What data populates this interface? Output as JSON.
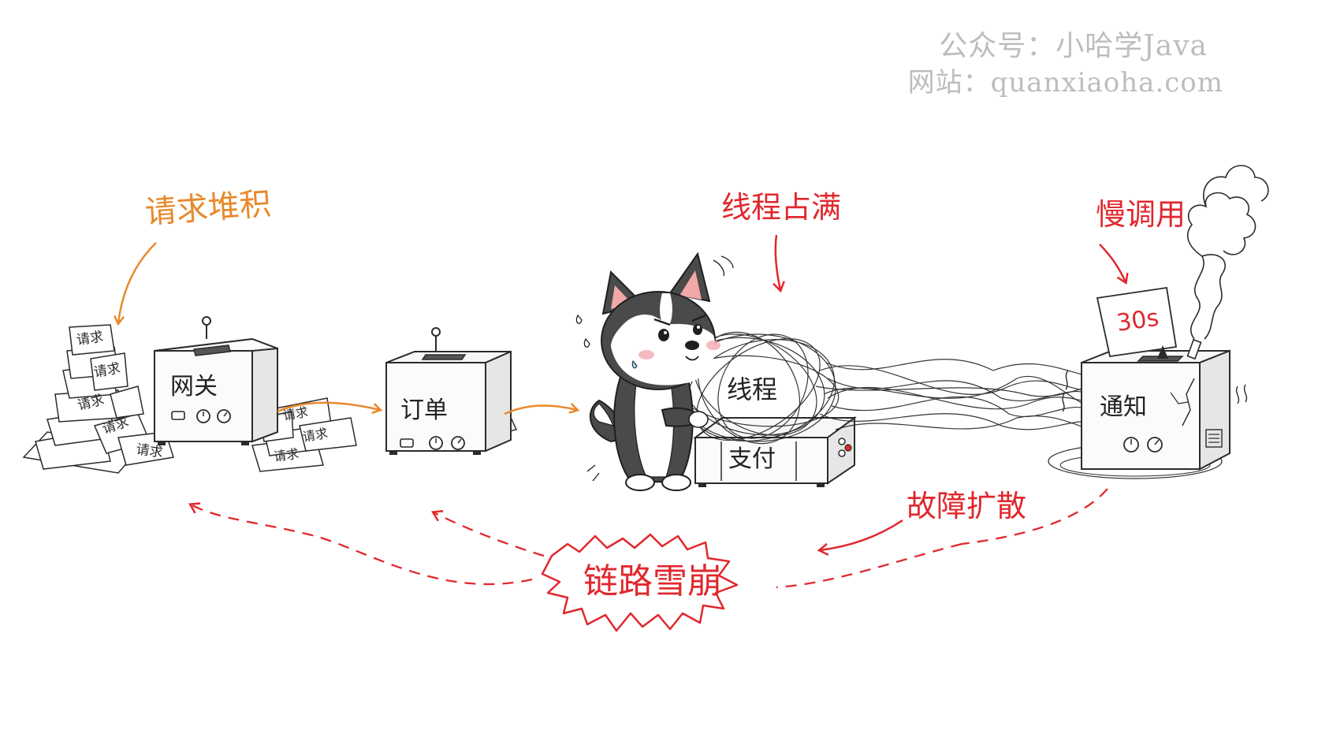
{
  "watermark": {
    "line1": "公众号：小哈学Java",
    "line2": "网站：quanxiaoha.com"
  },
  "services": {
    "gateway": "网关",
    "order": "订单",
    "payment": "支付",
    "notification": "通知"
  },
  "labels": {
    "request_pileup": "请求堆积",
    "threads_full": "线程占满",
    "slow_call": "慢调用",
    "fault_spread": "故障扩散",
    "cascade": "链路雪崩",
    "threads": "线程",
    "timeout": "30s"
  },
  "paper_label": "请求",
  "colors": {
    "orange": "#e8892b",
    "red": "#e0282e",
    "ink": "#2b2b2b",
    "watermark": "#bdbdbd"
  },
  "icons": [
    "husky-dog",
    "smoke-cloud",
    "tangled-threads",
    "request-papers",
    "antenna"
  ]
}
